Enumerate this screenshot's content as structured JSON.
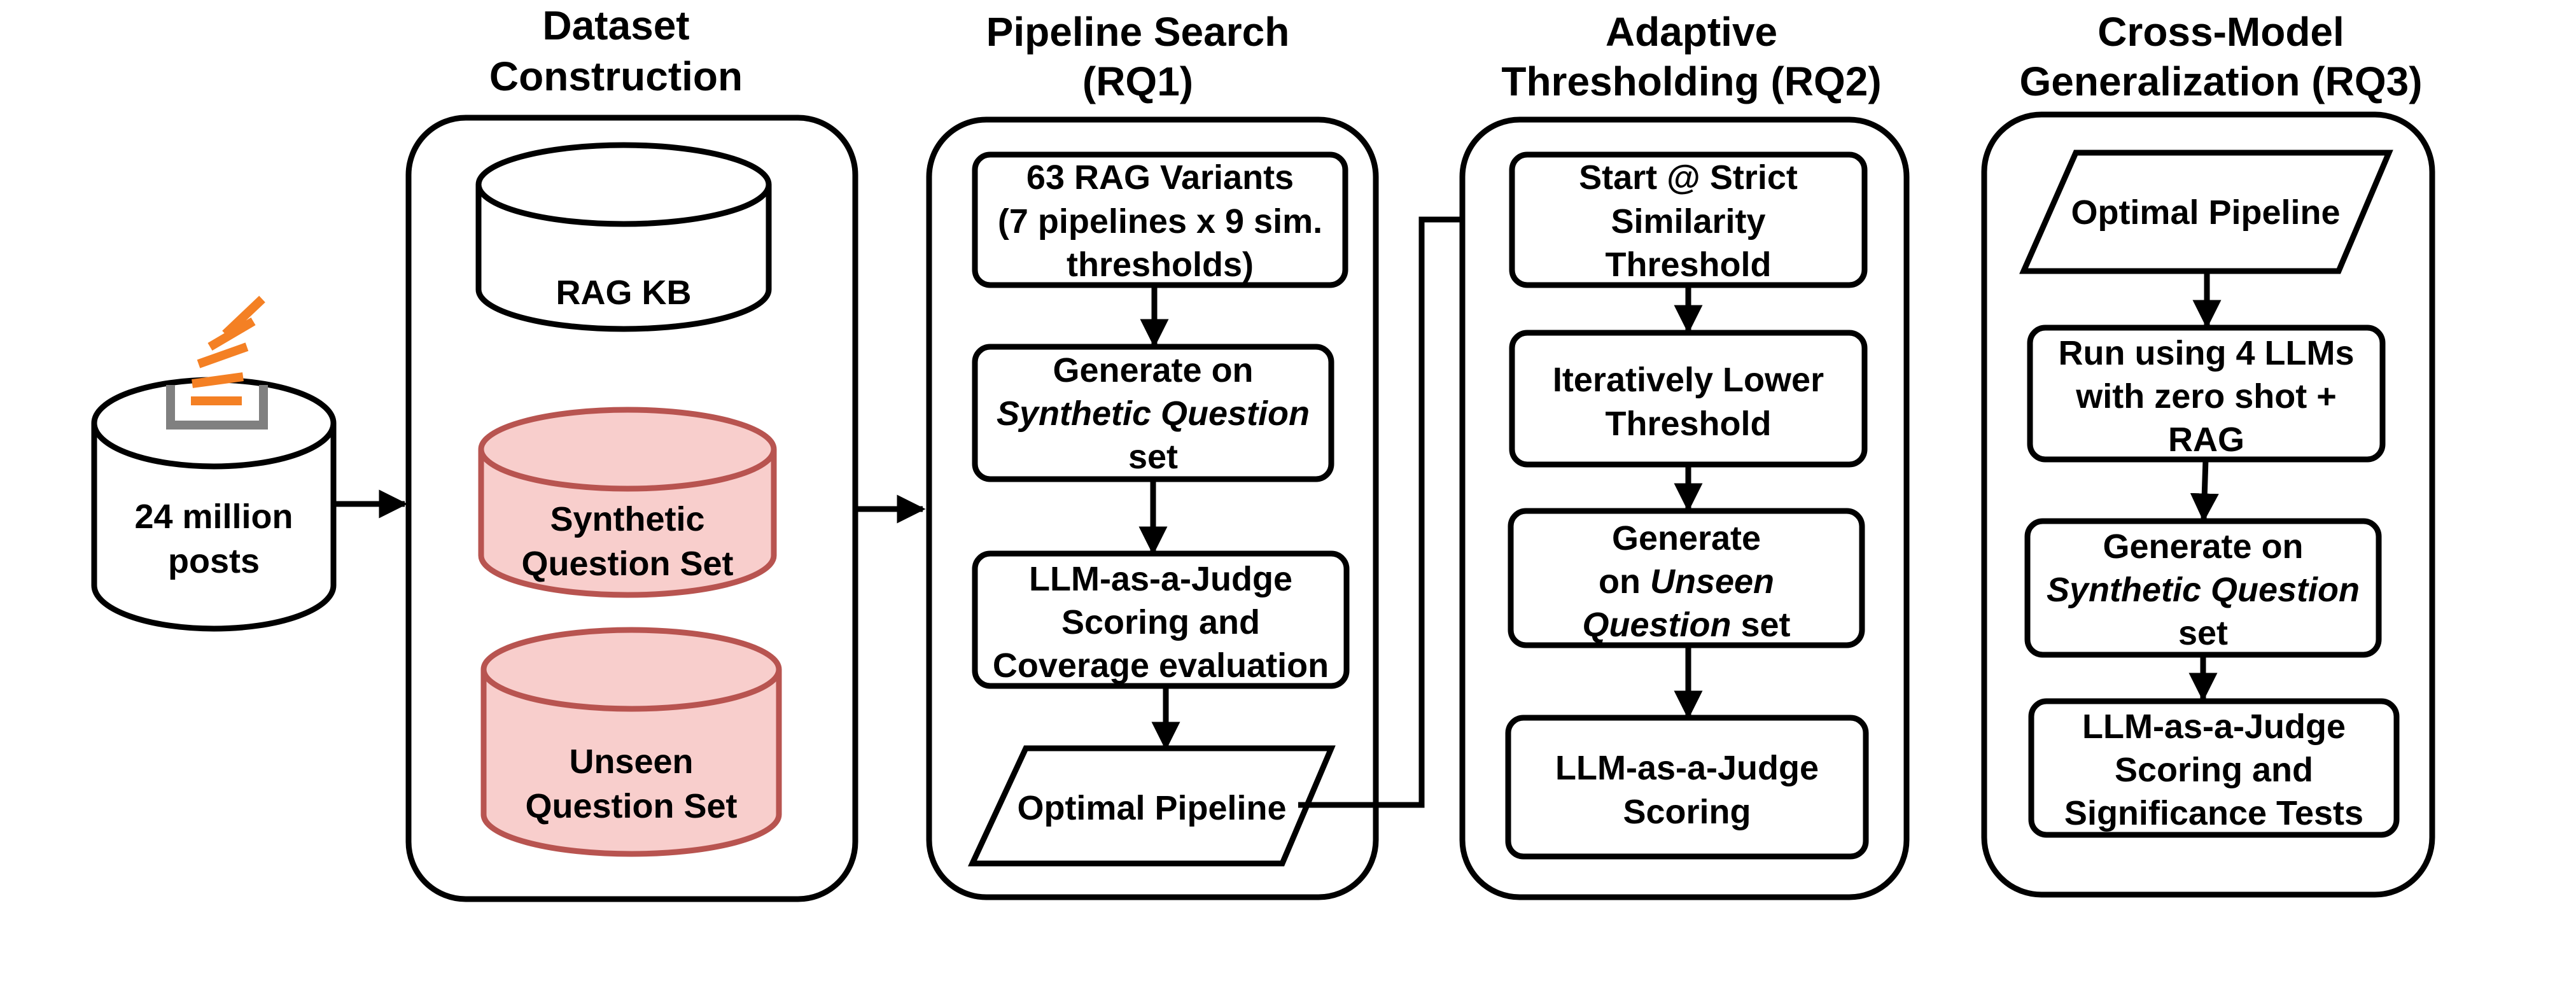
{
  "source": {
    "label_line1": "24 million",
    "label_line2": "posts",
    "logo_icon": "stack-overflow-logo-icon"
  },
  "columns": {
    "dataset": {
      "title_line1": "Dataset",
      "title_line2": "Construction",
      "rag_kb": "RAG KB",
      "synthetic_line1": "Synthetic",
      "synthetic_line2": "Question Set",
      "unseen_line1": "Unseen",
      "unseen_line2": "Question Set"
    },
    "pipeline": {
      "title_line1": "Pipeline Search",
      "title_line2": "(RQ1)",
      "variants_line1": "63 RAG Variants",
      "variants_line2": "(7 pipelines x 9 sim.",
      "variants_line3": "thresholds)",
      "gen_line1": "Generate on",
      "gen_line2": "Synthetic Question",
      "gen_line3": "set",
      "judge_line1": "LLM-as-a-Judge",
      "judge_line2": "Scoring and",
      "judge_line3": "Coverage evaluation",
      "optimal": "Optimal Pipeline"
    },
    "adaptive": {
      "title_line1": "Adaptive",
      "title_line2": "Thresholding (RQ2)",
      "start_line1": "Start @ Strict",
      "start_line2": "Similarity",
      "start_line3": "Threshold",
      "lower_line1": "Iteratively Lower",
      "lower_line2": "Threshold",
      "gen_line1": "Generate",
      "gen_line2_prefix": "on ",
      "gen_line2_italic": "Unseen",
      "gen_line3_italic": "Question",
      "gen_line3_suffix": " set",
      "judge_line1": "LLM-as-a-Judge",
      "judge_line2": "Scoring"
    },
    "crossmodel": {
      "title_line1": "Cross-Model",
      "title_line2": "Generalization (RQ3)",
      "optimal": "Optimal Pipeline",
      "run_line1": "Run using 4 LLMs",
      "run_line2": "with zero shot +",
      "run_line3": "RAG",
      "gen_line1": "Generate on",
      "gen_line2": "Synthetic Question",
      "gen_line3": "set",
      "judge_line1": "LLM-as-a-Judge",
      "judge_line2": "Scoring and",
      "judge_line3": "Significance Tests"
    }
  },
  "colors": {
    "stroke": "#000000",
    "cylinder_pink_fill": "#f8cecc",
    "cylinder_pink_stroke": "#b85450",
    "logo_orange": "#f48024",
    "logo_gray": "#808080"
  }
}
